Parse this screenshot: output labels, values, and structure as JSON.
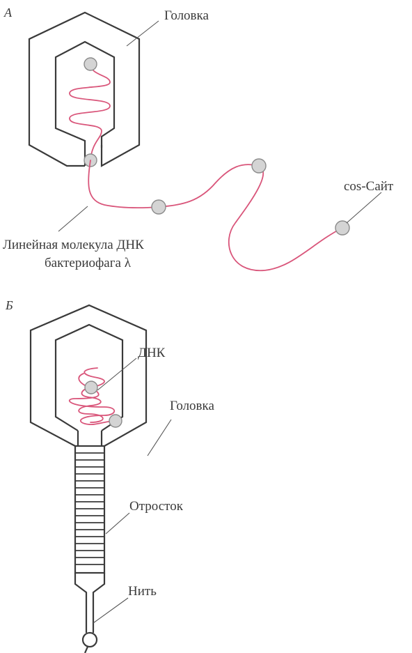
{
  "panel_a": {
    "letter": "А",
    "labels": {
      "head": "Головка",
      "cos_site": "cos-Сайт",
      "dna_line1": "Линейная молекула ДНК",
      "dna_line2": "бактериофага λ"
    }
  },
  "panel_b": {
    "letter": "Б",
    "labels": {
      "dna": "ДНК",
      "head": "Головка",
      "tail": "Отросток",
      "fiber": "Нить"
    }
  },
  "colors": {
    "dna_strand": "#d9557a",
    "cos_site_fill": "#d4d4d4",
    "outline": "#3a3a3a"
  }
}
